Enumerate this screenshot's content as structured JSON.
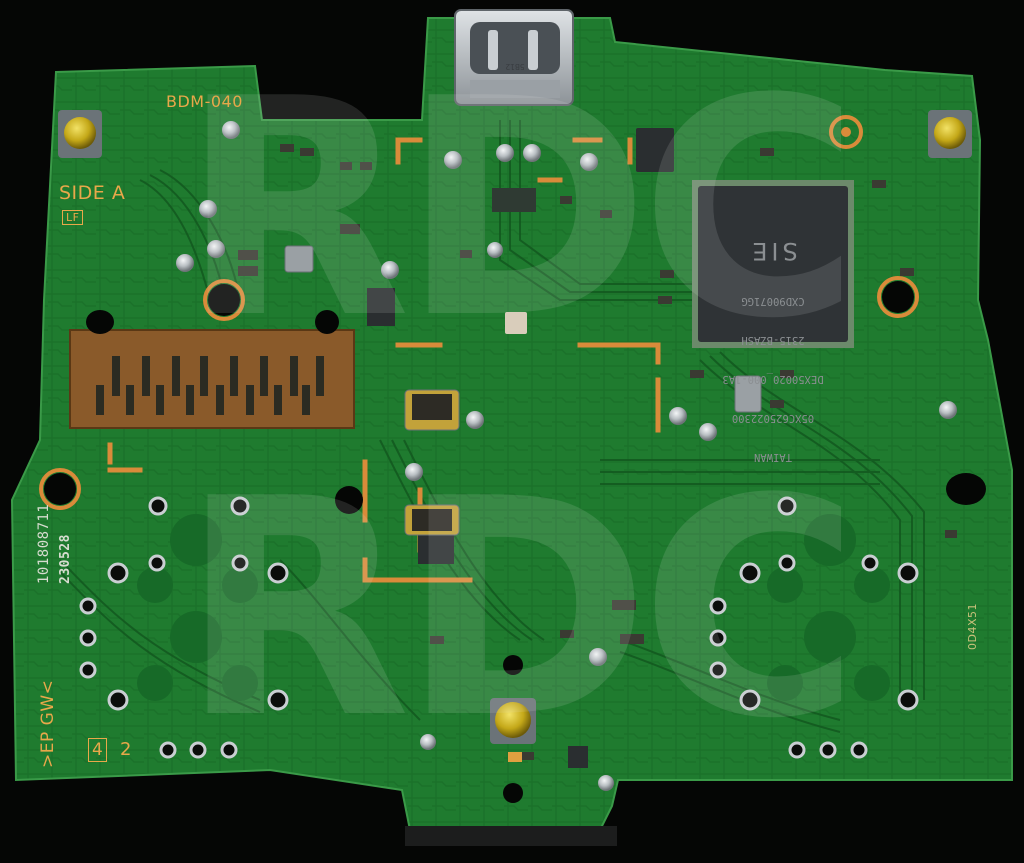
{
  "board": {
    "model_label": "BDM-040",
    "side_label": "SIDE A",
    "mark_label": "LF",
    "part_number": "10180871",
    "part_number_suffix": "1",
    "date_code": "230528",
    "edge_label": ">EP GW<",
    "box_number": "4",
    "box_suffix": "2",
    "right_code": "0D4X51"
  },
  "chip": {
    "brand": "SIE",
    "line1": "CXD90071GG",
    "line2": "2315-BZASH",
    "line3": "DEX50020_000-1A3",
    "line4": "05XC625022300",
    "line5": "TAIWAN"
  },
  "usb_marking": "5B12",
  "watermark": {
    "top": "RDC",
    "bottom": "RDC"
  },
  "colors": {
    "board_green": "#1e7a2e",
    "trace_green": "#145f22",
    "silkscreen_orange": "#e8a84a",
    "copper": "#8a5a2a",
    "solder_silver": "#c9ced2",
    "button_yellow": "#c9b21e"
  }
}
